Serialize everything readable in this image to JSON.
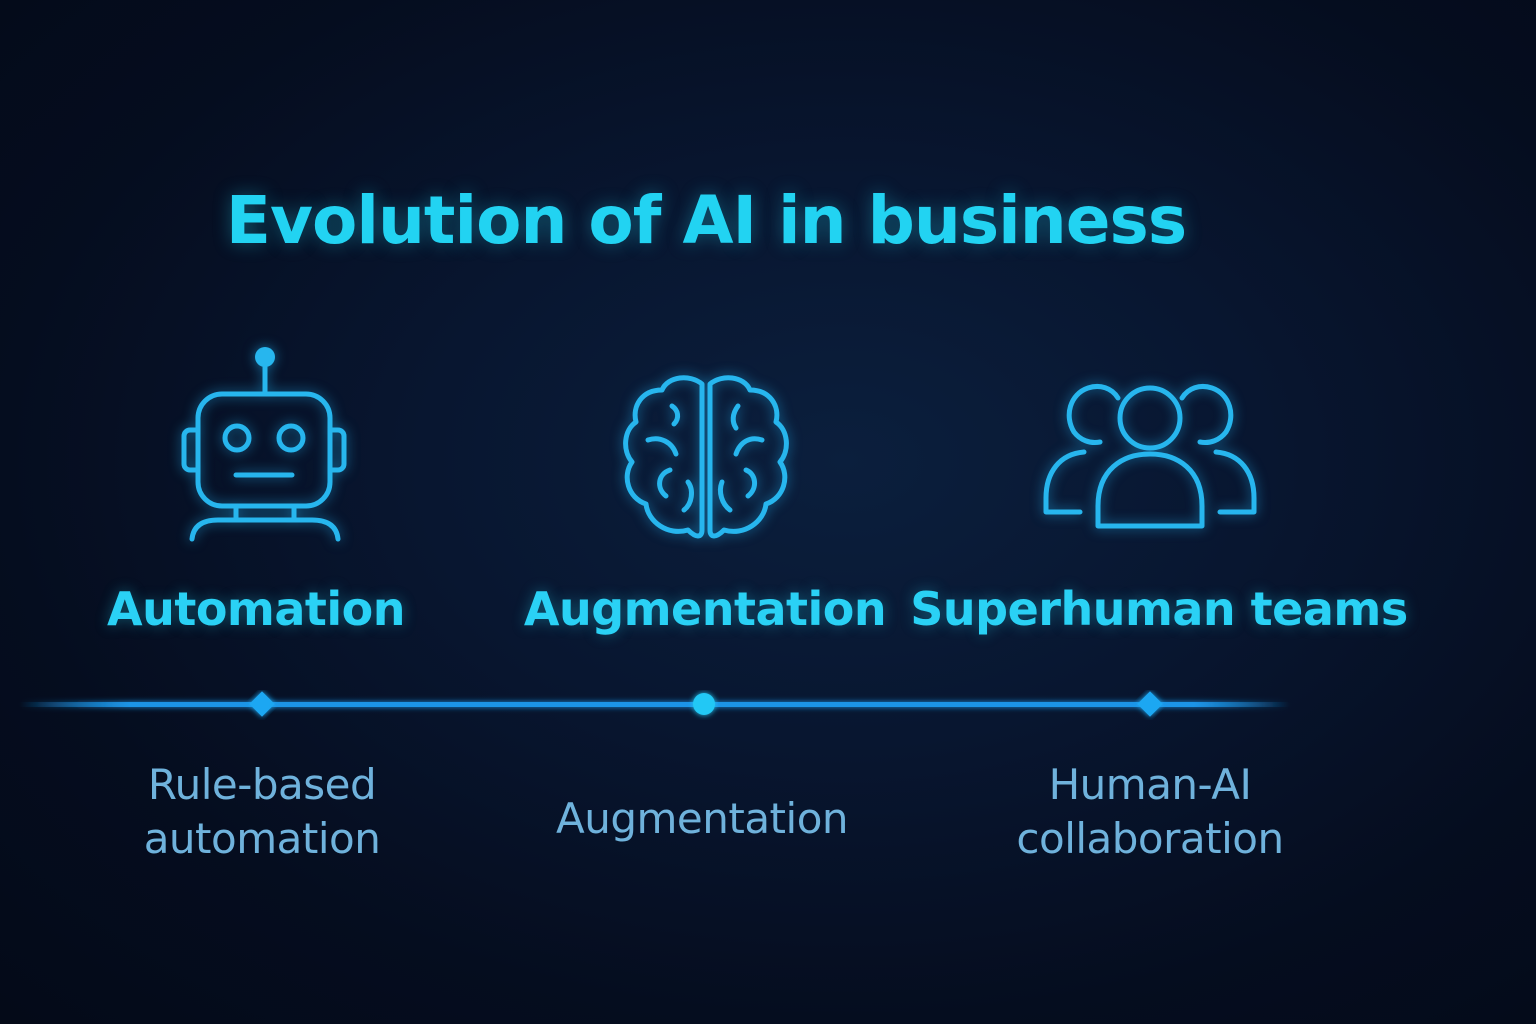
{
  "title": "Evolution of AI in business",
  "accent_color": "#22d3f2",
  "stages": [
    {
      "icon": "robot-icon",
      "label": "Automation",
      "caption_lines": [
        "Rule-based",
        "automation"
      ],
      "marker": "diamond"
    },
    {
      "icon": "brain-icon",
      "label": "Augmentation",
      "caption_lines": [
        "Augmentation"
      ],
      "marker": "circle"
    },
    {
      "icon": "team-icon",
      "label": "Superhuman teams",
      "caption_lines": [
        "Human-AI",
        "collaboration"
      ],
      "marker": "diamond"
    }
  ]
}
